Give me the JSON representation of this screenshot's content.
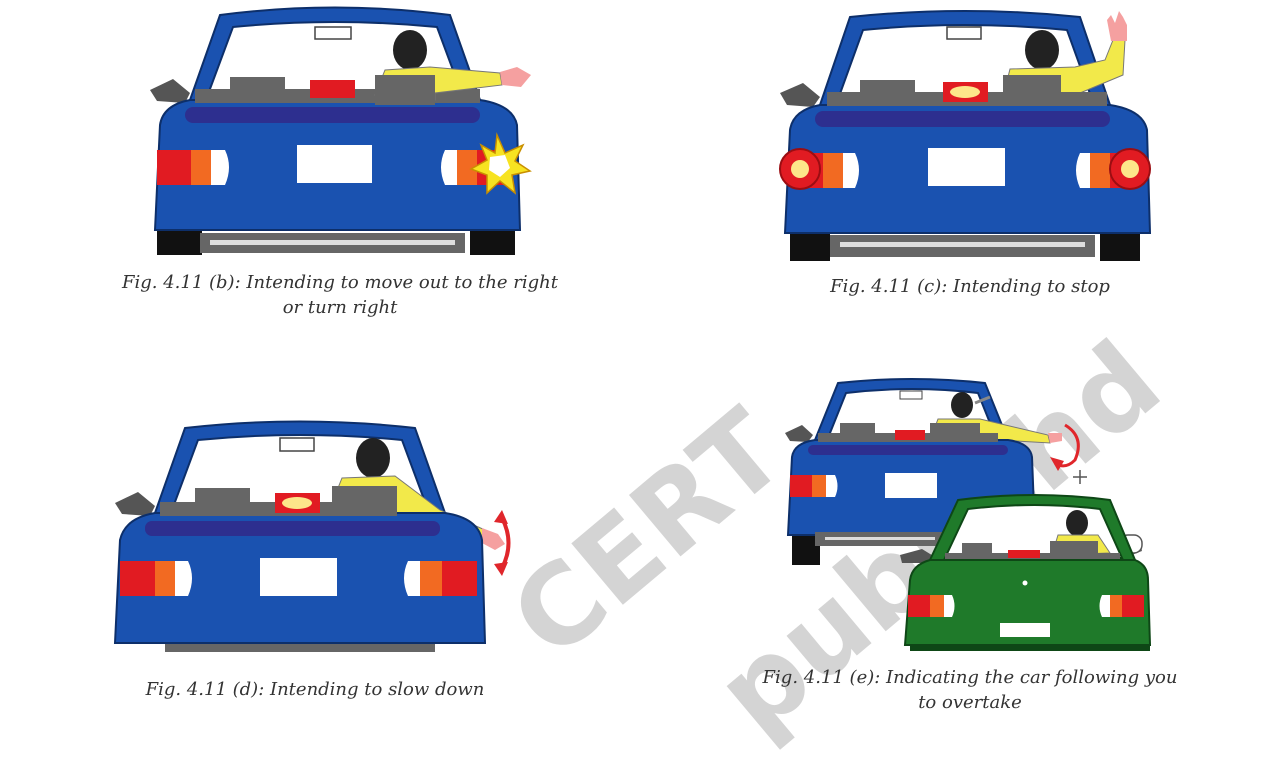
{
  "figures": [
    {
      "caption_line1": "Fig. 4.11 (b): Intending to move out to the right",
      "caption_line2": "or turn right"
    },
    {
      "caption_line1": "Fig. 4.11 (c): Intending to stop"
    },
    {
      "caption_line1": "Fig. 4.11 (d): Intending to slow down"
    },
    {
      "caption_line1": "Fig. 4.11 (e): Indicating the car following you",
      "caption_line2": "to overtake"
    }
  ],
  "watermark": {
    "line1": "CERT",
    "line2": "publishd"
  },
  "colors": {
    "car_blue": "#1a52b0",
    "car_green": "#1f7a2a",
    "shirt_yellow": "#f2e94a",
    "brake_red": "#e11b22",
    "indicator_orange": "#f26a22",
    "signal_arrow": "#e0262b"
  }
}
